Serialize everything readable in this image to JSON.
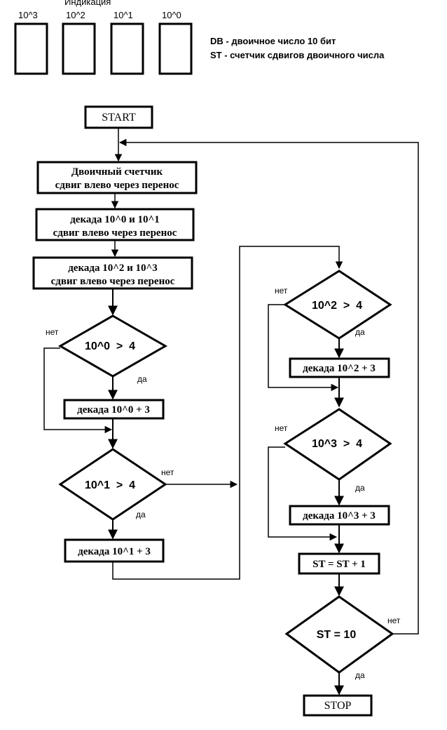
{
  "indication": {
    "title": "Индикация",
    "digits": [
      "10^3",
      "10^2",
      "10^1",
      "10^0"
    ]
  },
  "legend": {
    "db": "DB - двоичное число  10 бит",
    "st": "ST - счетчик сдвигов двоичного числа"
  },
  "flowchart": {
    "start": "START",
    "shift_binary": [
      "Двоичный счетчик",
      "сдвиг влево через перенос"
    ],
    "shift_dec01": [
      "декада 10^0 и 10^1",
      "сдвиг влево через перенос"
    ],
    "shift_dec23": [
      "декада 10^2 и 10^3",
      "сдвиг влево через перенос"
    ],
    "cond0": "10^0  >  4",
    "add0": "декада 10^0 + 3",
    "cond1": "10^1  >  4",
    "add1": "декада 10^1 + 3",
    "cond2": "10^2  >  4",
    "add2": "декада 10^2 + 3",
    "cond3": "10^3  >  4",
    "add3": "декада 10^3 + 3",
    "st_inc": "ST = ST + 1",
    "st_check": "ST = 10",
    "stop": "STOP",
    "yes": "да",
    "no": "нет"
  }
}
